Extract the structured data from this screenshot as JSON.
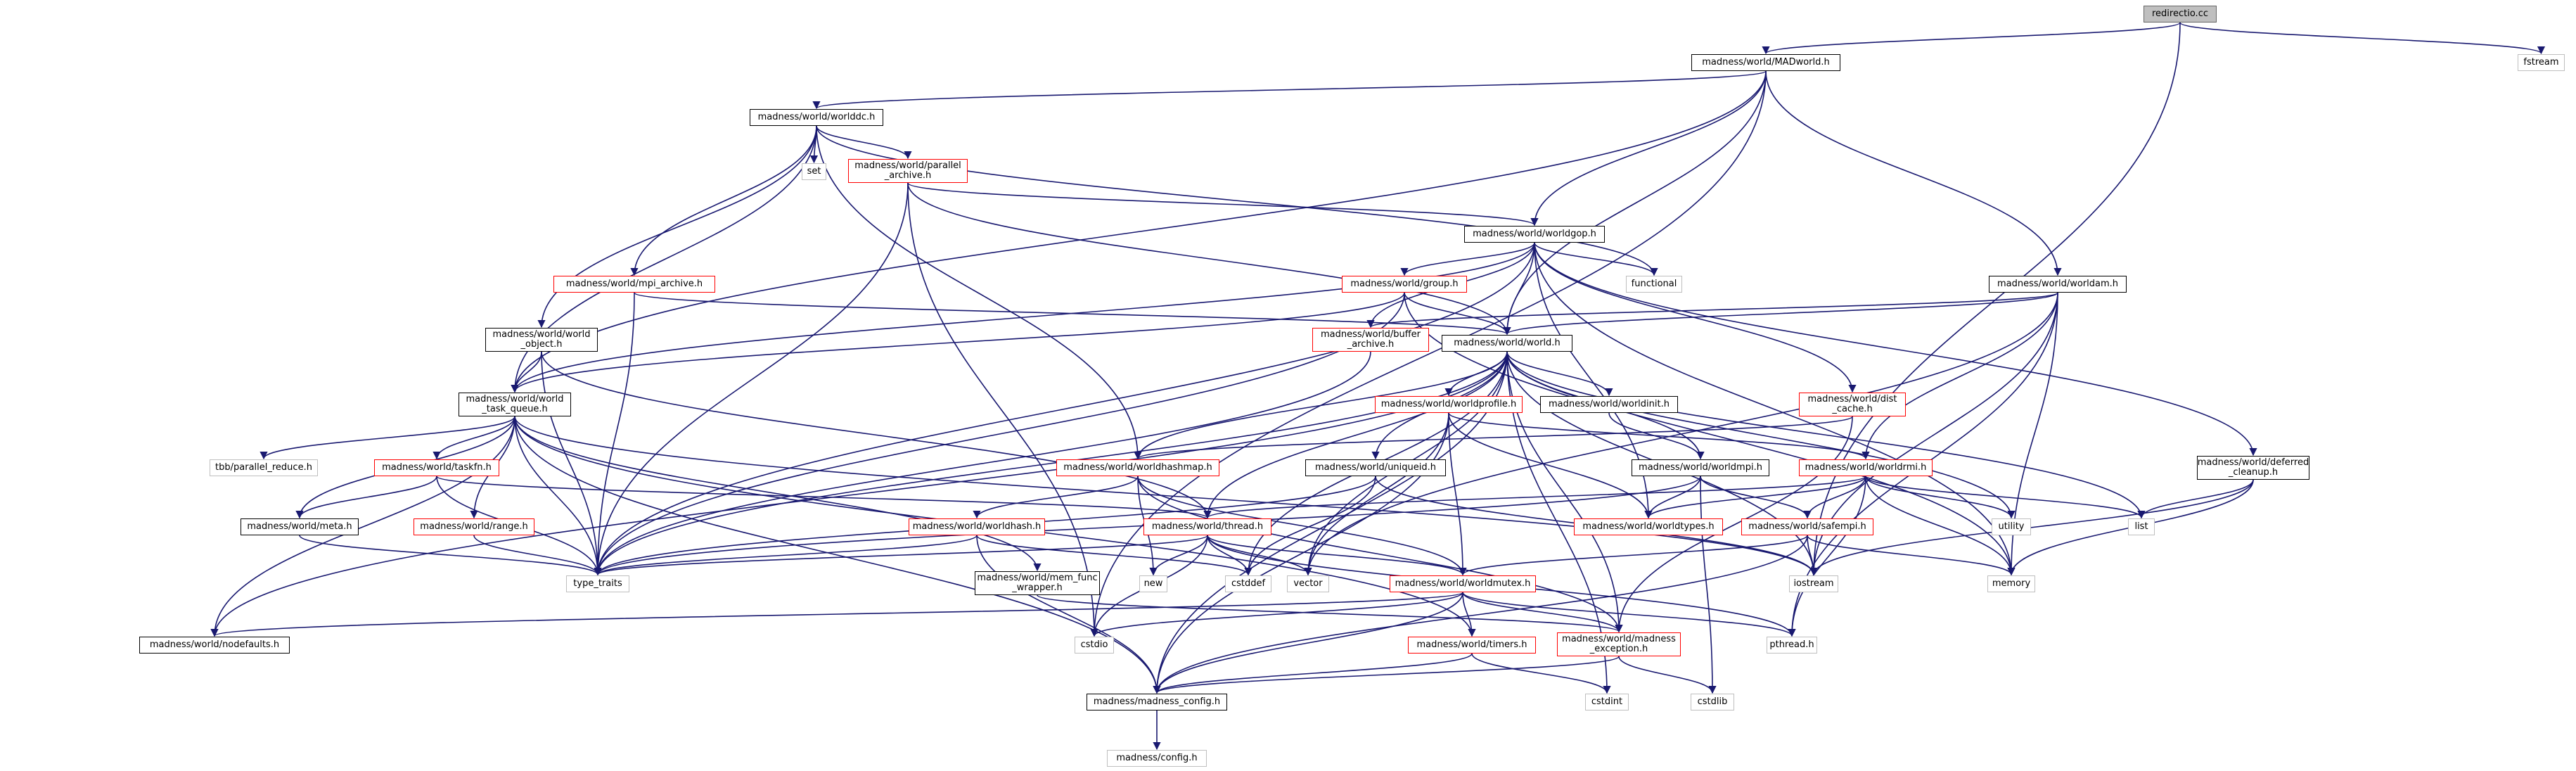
{
  "colors": {
    "edge": "#191970",
    "node_text": "#000000",
    "border_documented": "#000000",
    "border_truncated": "#ff0000",
    "border_external": "#bfbfbf",
    "root_fill": "#bfbfbf"
  },
  "nodes": {
    "redirectio": "redirectio.cc",
    "madworld": "madness/world/MADworld.h",
    "fstream": "fstream",
    "worlddc": "madness/world/worlddc.h",
    "set": "set",
    "parallel_archive": "madness/world/parallel\n_archive.h",
    "worldgop": "madness/world/worldgop.h",
    "mpi_archive": "madness/world/mpi_archive.h",
    "group": "madness/world/group.h",
    "functional": "functional",
    "worldam": "madness/world/worldam.h",
    "world_object": "madness/world/world\n_object.h",
    "buffer_archive": "madness/world/buffer\n_archive.h",
    "world": "madness/world/world.h",
    "world_task_queue": "madness/world/world\n_task_queue.h",
    "dist_cache": "madness/world/dist\n_cache.h",
    "worldprofile": "madness/world/worldprofile.h",
    "worldinit": "madness/world/worldinit.h",
    "deferred_cleanup": "madness/world/deferred\n_cleanup.h",
    "tbb_parallel_reduce": "tbb/parallel_reduce.h",
    "taskfn": "madness/world/taskfn.h",
    "worldhashmap": "madness/world/worldhashmap.h",
    "uniqueid": "madness/world/uniqueid.h",
    "worldmpi": "madness/world/worldmpi.h",
    "worldrmi": "madness/world/worldrmi.h",
    "meta": "madness/world/meta.h",
    "range": "madness/world/range.h",
    "worldhash": "madness/world/worldhash.h",
    "thread": "madness/world/thread.h",
    "worldtypes": "madness/world/worldtypes.h",
    "safempi": "madness/world/safempi.h",
    "utility": "utility",
    "list": "list",
    "type_traits": "type_traits",
    "mem_func_wrapper": "madness/world/mem_func\n_wrapper.h",
    "new": "new",
    "cstddef": "cstddef",
    "vector": "vector",
    "iostream": "iostream",
    "memory": "memory",
    "worldmutex": "madness/world/worldmutex.h",
    "nodefaults": "madness/world/nodefaults.h",
    "cstdio": "cstdio",
    "timers": "madness/world/timers.h",
    "madness_exception": "madness/world/madness\n_exception.h",
    "pthread": "pthread.h",
    "madness_config": "madness/madness_config.h",
    "cstdint": "cstdint",
    "cstdlib": "cstdlib",
    "config": "madness/config.h"
  },
  "edges": [
    [
      "redirectio",
      "madworld"
    ],
    [
      "redirectio",
      "fstream"
    ],
    [
      "redirectio",
      "iostream"
    ],
    [
      "madworld",
      "worlddc"
    ],
    [
      "madworld",
      "world"
    ],
    [
      "madworld",
      "worldgop"
    ],
    [
      "madworld",
      "worldam"
    ],
    [
      "madworld",
      "world_task_queue"
    ],
    [
      "madworld",
      "cstdio"
    ],
    [
      "worlddc",
      "set"
    ],
    [
      "worlddc",
      "parallel_archive"
    ],
    [
      "worlddc",
      "mpi_archive"
    ],
    [
      "worlddc",
      "world_object"
    ],
    [
      "worlddc",
      "worldhashmap"
    ],
    [
      "worlddc",
      "functional"
    ],
    [
      "worlddc",
      "world_task_queue"
    ],
    [
      "parallel_archive",
      "worldgop"
    ],
    [
      "parallel_archive",
      "world"
    ],
    [
      "parallel_archive",
      "type_traits"
    ],
    [
      "parallel_archive",
      "cstdio"
    ],
    [
      "worldgop",
      "functional"
    ],
    [
      "worldgop",
      "group"
    ],
    [
      "worldgop",
      "world"
    ],
    [
      "worldgop",
      "buffer_archive"
    ],
    [
      "worldgop",
      "dist_cache"
    ],
    [
      "worldgop",
      "deferred_cleanup"
    ],
    [
      "worldgop",
      "world_task_queue"
    ],
    [
      "worldgop",
      "worldtypes"
    ],
    [
      "worldgop",
      "type_traits"
    ],
    [
      "worldgop",
      "memory"
    ],
    [
      "mpi_archive",
      "world"
    ],
    [
      "mpi_archive",
      "type_traits"
    ],
    [
      "group",
      "world"
    ],
    [
      "group",
      "world_task_queue"
    ],
    [
      "group",
      "type_traits"
    ],
    [
      "group",
      "memory"
    ],
    [
      "worldam",
      "world"
    ],
    [
      "worldam",
      "buffer_archive"
    ],
    [
      "worldam",
      "worldrmi"
    ],
    [
      "worldam",
      "vector"
    ],
    [
      "worldam",
      "iostream"
    ],
    [
      "worldam",
      "memory"
    ],
    [
      "worldam",
      "pthread"
    ],
    [
      "world_object",
      "world_task_queue"
    ],
    [
      "world_object",
      "thread"
    ],
    [
      "world_object",
      "type_traits"
    ],
    [
      "buffer_archive",
      "type_traits"
    ],
    [
      "world",
      "worldprofile"
    ],
    [
      "world",
      "worldinit"
    ],
    [
      "world",
      "uniqueid"
    ],
    [
      "world",
      "worldmpi"
    ],
    [
      "world",
      "worldhashmap"
    ],
    [
      "world",
      "thread"
    ],
    [
      "world",
      "list"
    ],
    [
      "world",
      "utility"
    ],
    [
      "world",
      "type_traits"
    ],
    [
      "world",
      "cstddef"
    ],
    [
      "world",
      "iostream"
    ],
    [
      "world",
      "cstdint"
    ],
    [
      "world",
      "nodefaults"
    ],
    [
      "world",
      "madness_config"
    ],
    [
      "world",
      "madness_exception"
    ],
    [
      "world",
      "vector"
    ],
    [
      "world_task_queue",
      "tbb_parallel_reduce"
    ],
    [
      "world_task_queue",
      "taskfn"
    ],
    [
      "world_task_queue",
      "meta"
    ],
    [
      "world_task_queue",
      "range"
    ],
    [
      "world_task_queue",
      "mem_func_wrapper"
    ],
    [
      "world_task_queue",
      "type_traits"
    ],
    [
      "world_task_queue",
      "iostream"
    ],
    [
      "world_task_queue",
      "nodefaults"
    ],
    [
      "world_task_queue",
      "madness_config"
    ],
    [
      "world_task_queue",
      "timers"
    ],
    [
      "dist_cache",
      "worldhashmap"
    ],
    [
      "dist_cache",
      "madness_exception"
    ],
    [
      "worldprofile",
      "worldrmi"
    ],
    [
      "worldprofile",
      "worldtypes"
    ],
    [
      "worldprofile",
      "worldmutex"
    ],
    [
      "worldprofile",
      "vector"
    ],
    [
      "worldprofile",
      "madness_config"
    ],
    [
      "worldinit",
      "worldmpi"
    ],
    [
      "deferred_cleanup",
      "list"
    ],
    [
      "deferred_cleanup",
      "memory"
    ],
    [
      "deferred_cleanup",
      "iostream"
    ],
    [
      "taskfn",
      "meta"
    ],
    [
      "taskfn",
      "thread"
    ],
    [
      "taskfn",
      "type_traits"
    ],
    [
      "worldhashmap",
      "worldhash"
    ],
    [
      "worldhashmap",
      "worldmutex"
    ],
    [
      "worldhashmap",
      "new"
    ],
    [
      "worldhashmap",
      "madness_exception"
    ],
    [
      "uniqueid",
      "cstddef"
    ],
    [
      "uniqueid",
      "type_traits"
    ],
    [
      "uniqueid",
      "iostream"
    ],
    [
      "worldmpi",
      "safempi"
    ],
    [
      "worldmpi",
      "worldtypes"
    ],
    [
      "worldmpi",
      "cstdlib"
    ],
    [
      "worldmpi",
      "type_traits"
    ],
    [
      "worldrmi",
      "safempi"
    ],
    [
      "worldrmi",
      "worldtypes"
    ],
    [
      "worldrmi",
      "thread"
    ],
    [
      "worldrmi",
      "list"
    ],
    [
      "worldrmi",
      "utility"
    ],
    [
      "worldrmi",
      "memory"
    ],
    [
      "worldrmi",
      "pthread"
    ],
    [
      "meta",
      "type_traits"
    ],
    [
      "range",
      "type_traits"
    ],
    [
      "worldhash",
      "type_traits"
    ],
    [
      "worldhash",
      "cstddef"
    ],
    [
      "worldhash",
      "madness_config"
    ],
    [
      "thread",
      "worldmutex"
    ],
    [
      "thread",
      "cstddef"
    ],
    [
      "thread",
      "vector"
    ],
    [
      "thread",
      "new"
    ],
    [
      "thread",
      "cstdio"
    ],
    [
      "thread",
      "type_traits"
    ],
    [
      "thread",
      "pthread"
    ],
    [
      "safempi",
      "worldmutex"
    ],
    [
      "safempi",
      "iostream"
    ],
    [
      "safempi",
      "memory"
    ],
    [
      "safempi",
      "madness_config"
    ],
    [
      "mem_func_wrapper",
      "madness_exception"
    ],
    [
      "worldmutex",
      "nodefaults"
    ],
    [
      "worldmutex",
      "timers"
    ],
    [
      "worldmutex",
      "madness_exception"
    ],
    [
      "worldmutex",
      "madness_config"
    ],
    [
      "worldmutex",
      "cstdio"
    ],
    [
      "worldmutex",
      "pthread"
    ],
    [
      "timers",
      "madness_config"
    ],
    [
      "timers",
      "cstdint"
    ],
    [
      "madness_exception",
      "madness_config"
    ],
    [
      "madness_exception",
      "cstdlib"
    ],
    [
      "madness_config",
      "config"
    ]
  ]
}
